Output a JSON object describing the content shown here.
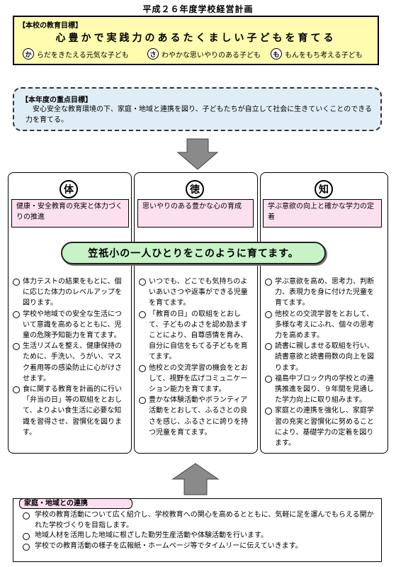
{
  "title": "平成２６年度学校経営計画",
  "school_goal": {
    "label": "【本校の教育目標】",
    "main": "心豊かで実践力のあるたくましい子どもを育てる",
    "items": [
      {
        "mark": "か",
        "text": "らだをきたえる元気な子ども"
      },
      {
        "mark": "さ",
        "text": "わやかな思いやりのある子ども"
      },
      {
        "mark": "も",
        "text": "もんをもち考える子ども"
      }
    ]
  },
  "priority": {
    "label": "【本年度の重点目標】",
    "text": "安心安全な教育環境の下、家庭・地域と連携を図り、子どもたちが自立して社会に生きていくことのできる力を育てる。"
  },
  "columns": [
    {
      "kanji": "体",
      "heading": "健康・安全教育の充実と体力づくりの推進",
      "items": [
        "体力テストの結果をもとに、個に応じた体力のレベルアップを図ります。",
        "学校や地域での安全な生活について意識を高めるとともに、児童の危険予知能力を育てます。",
        "生活リズムを整え、健康保持のために、手洗い、うがい、マスク着用等の感染防止に心がけさせます。",
        "食に関する教育を計画的に行い「弁当の日」等の取組をとおして、よりよい食生活に必要な知識を習得させ、習慣化を図ります。"
      ]
    },
    {
      "kanji": "徳",
      "heading": "思いやりのある豊かな心の育成",
      "items": [
        "いつでも、どこでも気持ちのよいあいさつや返事ができる児童を育てます。",
        "「教育の日」の取組をとおして、子どものよさを認め励ますことにより、自尊感情を育み、自分に自信をもてる子どもを育てます。",
        "他校との交流学習の機会をとおして、視野を広げコミュニケーション能力を育てます。",
        "豊かな体験活動やボランティア活動をとおして、ふるさとの良さを感じ、ふるさとに誇りを持つ児童を育てます。"
      ]
    },
    {
      "kanji": "知",
      "heading": "学ぶ意欲の向上と確かな学力の定着",
      "items": [
        "学ぶ意欲を高め、思考力、判断力、表現力を身に付けた児童を育てます。",
        "他校との交流学習をとおして、多様な考えにふれ、個々の思考力を高めます。",
        "読書に親しませる取組を行い、読書意欲と読書冊数の向上を図ります。",
        "福島中ブロック内の学校との連携推進を図り、９年間を見通した学力向上に取り組みます。",
        "家庭との連携を強化し、家庭学習の充実と習慣化に努めることにより、基礎学力の定着を図ります。"
      ]
    }
  ],
  "banner": "笠祇小の一人ひとりをこのように育てます。",
  "bottom": {
    "label": "家庭・地域との連携",
    "items": [
      "学校の教育活動について広く紹介し、学校教育への関心を高めるとともに、気軽に足を運んでもらえる開かれた学校づくりを目指します。",
      "地域人材を活用した地域に根ざした勤労生産活動や体験活動を行います。",
      "学校での教育活動の様子を広報紙・ホームページ等でタイムリーに伝えていきます。"
    ]
  }
}
